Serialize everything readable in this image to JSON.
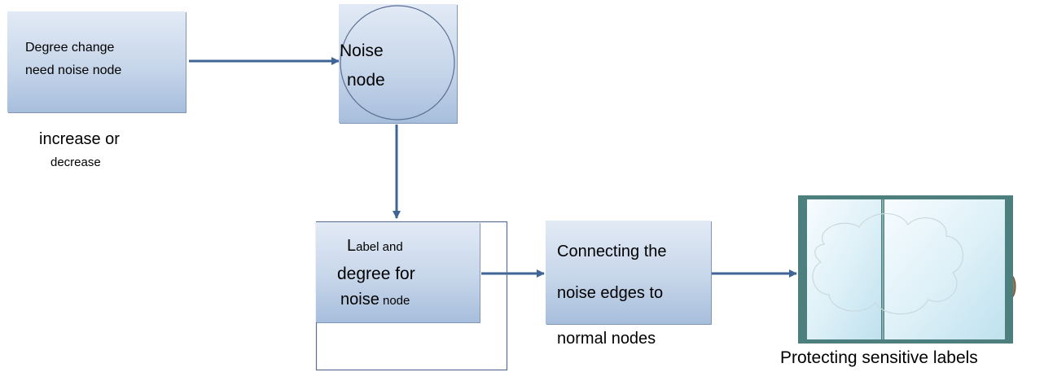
{
  "nodes": {
    "degree_change": {
      "line1": "Degree change",
      "line2": "need noise node"
    },
    "increase_note": {
      "line1": "increase or",
      "line2": "decrease"
    },
    "noise_node": {
      "line1": "Noise",
      "line2": "node"
    },
    "label_degree": {
      "line1_cap": "L",
      "line1_rest": "abel and",
      "line2": "degree for",
      "line3_a": "noise",
      "line3_b": " node"
    },
    "connecting": {
      "line1": "Connecting the",
      "line2": "noise edges to",
      "caption": "normal nodes"
    },
    "protecting": {
      "caption": "Protecting sensitive labels"
    }
  },
  "colors": {
    "arrow": "#3f6496",
    "box_gradient_top": "#e2eaf5",
    "box_gradient_bottom": "#a7bedc",
    "frame_teal": "#4e7f7f",
    "outline": "#5a6f93"
  }
}
